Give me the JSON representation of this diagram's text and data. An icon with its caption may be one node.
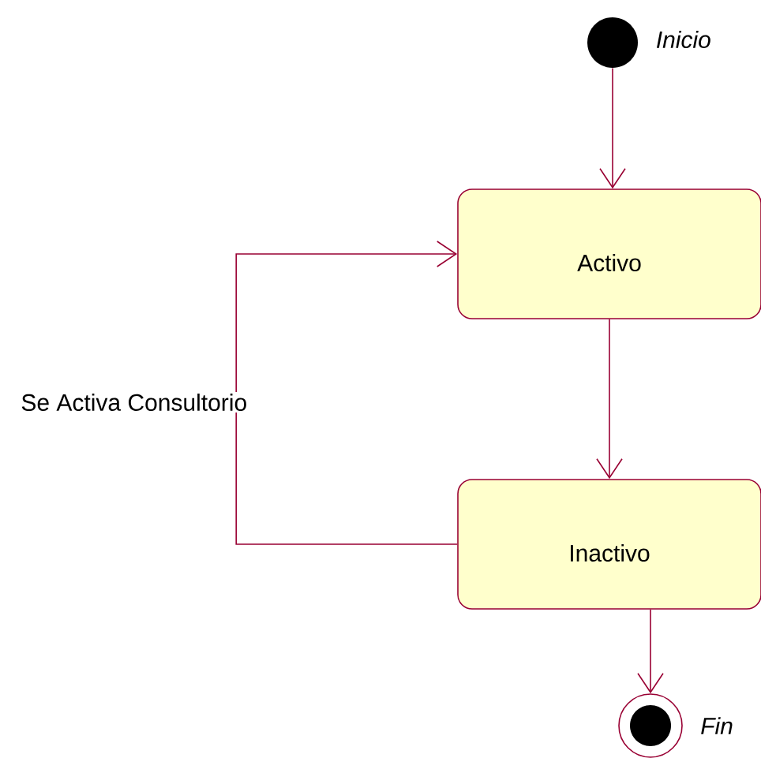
{
  "diagram": {
    "nodes": [
      {
        "text": [],
        "shape": "circle",
        "beside": [
          "Inicio"
        ]
      },
      {
        "text": [
          "Activo"
        ]
      },
      {
        "text": [
          "Inactivo"
        ]
      },
      {
        "text": [],
        "shape": "circle",
        "beside": [
          "Fin"
        ]
      }
    ],
    "edges": [
      {
        "from": 0,
        "to": 1,
        "arrow": "to"
      },
      {
        "from": 1,
        "to": 2,
        "arrow": "to"
      },
      {
        "from": 2,
        "to": 1,
        "arrow": "to",
        "label": "Se Activa Consultorio"
      },
      {
        "from": 2,
        "to": 3,
        "arrow": "to"
      }
    ]
  }
}
